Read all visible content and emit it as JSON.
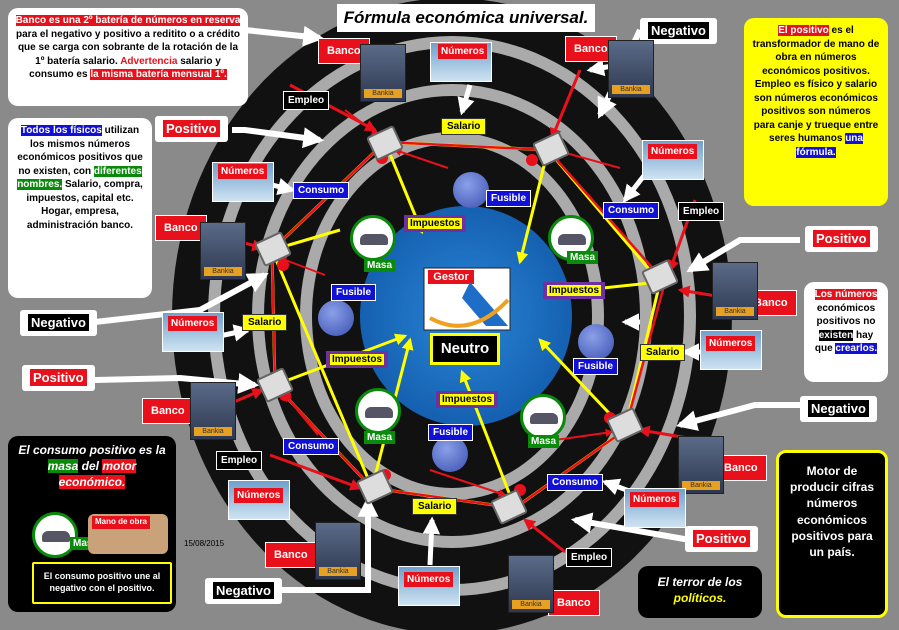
{
  "title": "Fórmula económica universal.",
  "date": "15/08/2015",
  "gestor_label": "Gestor",
  "neutro_label": "Neutro",
  "labels": {
    "banco": "Banco",
    "numeros": "Números",
    "empleo": "Empleo",
    "salario": "Salario",
    "consumo": "Consumo",
    "impuestos": "Impuestos",
    "fusible": "Fusible",
    "masa": "Masa",
    "positivo": "Positivo",
    "negativo": "Negativo",
    "mano_de_obra": "Mano de obra",
    "bankia": "Bankia"
  },
  "notes": {
    "top_left": {
      "p1": "Banco es una 2º batería de números en reserva",
      "p2": "para el negativo y positivo a reditito o a crédito que se carga con sobrante de la rotación de la 1º batería salario.",
      "p3": "Advertencia",
      "p4": "salario y consumo es",
      "p5": "la misma batería mensual 1º."
    },
    "left_mid": {
      "p1": "Todos los físicos",
      "p2": "utilizan los mismos números económicos positivos que no existen, con",
      "p3": "diferentes nombres.",
      "p4": "Salario, compra, impuestos, capital etc. Hogar, empresa, administración banco."
    },
    "top_right": {
      "p1": "El positivo",
      "p2": "es el transformador de mano de obra en números económicos positivos. Empleo es físico y salario son números económicos positivos son números para canje y trueque entre seres humanos",
      "p3": "una fórmula."
    },
    "right_mid": {
      "p1": "Los números",
      "p2": "económicos positivos no",
      "p3": "existen",
      "p4": "hay que",
      "p5": "crearlos."
    },
    "bottom_left": {
      "p1": "El consumo positivo es la",
      "p2": "masa",
      "p3": "del",
      "p4": "motor económico.",
      "p5": "El consumo positivo une al negativo con el positivo."
    },
    "bottom_right": "Motor de producir cifras números económicos positivos para un país.",
    "bottom_center": {
      "p1": "El terror de los",
      "p2": "políticos."
    }
  },
  "colors": {
    "background": "#8a8a8a",
    "ring_dark": "#111111",
    "ring_light": "#aaaaaa",
    "center": "#1e73c8",
    "red": "#e8101a",
    "blue": "#1010d8",
    "yellow": "#ffff00",
    "green": "#0a8a0a",
    "purple": "#7030a0"
  }
}
